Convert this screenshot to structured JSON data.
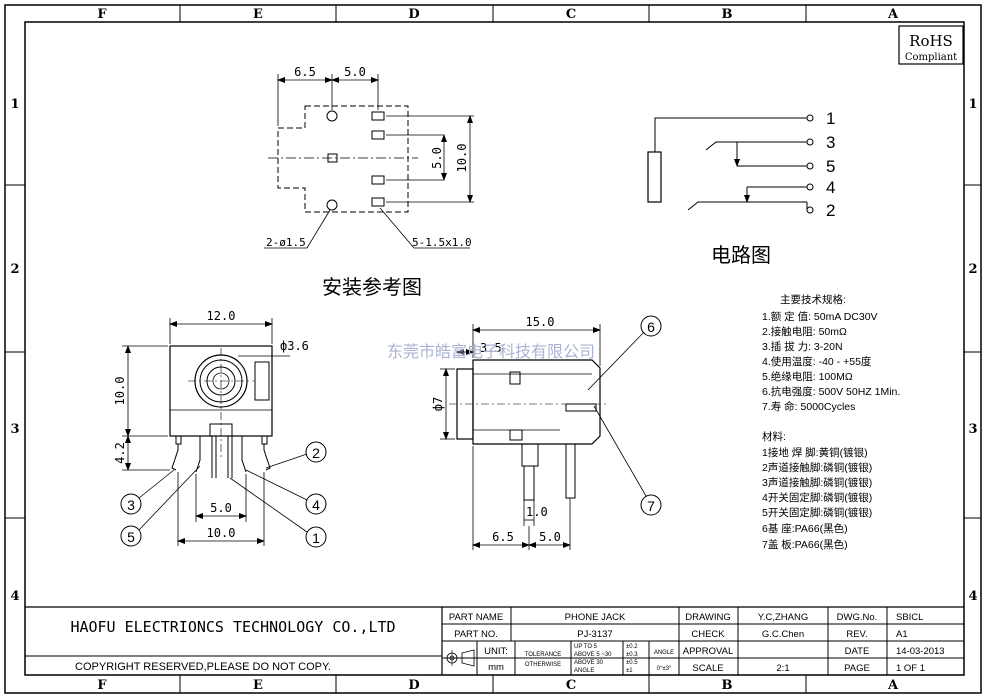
{
  "zones": {
    "columns": [
      "F",
      "E",
      "D",
      "C",
      "B",
      "A"
    ],
    "rows": [
      "1",
      "2",
      "3",
      "4"
    ]
  },
  "rohs": {
    "line1": "RoHS",
    "line2": "Compliant"
  },
  "mounting": {
    "title": "安装参考图",
    "dim_a": "6.5",
    "dim_b": "5.0",
    "dim_v_small": "5.0",
    "dim_v_large": "10.0",
    "holes_label": "2-ø1.5",
    "slots_label": "5-1.5x1.0"
  },
  "circuit": {
    "title": "电路图",
    "pins": [
      "1",
      "3",
      "5",
      "4",
      "2"
    ]
  },
  "front_view": {
    "width_dim": "12.0",
    "diameter_dim": "ф3.6",
    "height_dim": "10.0",
    "pin_dim": "4.2",
    "pitch_dim": "5.0",
    "span_dim": "10.0",
    "callouts": [
      "2",
      "3",
      "4",
      "5",
      "1"
    ]
  },
  "side_view": {
    "length_dim": "15.0",
    "front_dim": "3.5",
    "dia_dim": "ф7",
    "pin_dim": "1.0",
    "dim_a": "6.5",
    "dim_b": "5.0",
    "callouts": [
      "6",
      "7"
    ]
  },
  "watermark": "东莞市皓富电子科技有限公司",
  "specs": {
    "title": "主要技术规格:",
    "lines": [
      "1.额 定 值: 50mA DC30V",
      "2.接触电阻: 50mΩ",
      "3.插 拔 力: 3-20N",
      "4.使用温度: -40 - +55度",
      "5.绝缘电阻: 100MΩ",
      "6.抗电强度: 500V 50HZ 1Min.",
      "7.寿   命: 5000Cycles"
    ]
  },
  "materials": {
    "title": "材料:",
    "lines": [
      "1接地 焊 脚:黄铜(镀银)",
      "2声道接触脚:磷铜(镀银)",
      "3声道接触脚:磷铜(镀银)",
      "4开关固定脚:磷铜(镀银)",
      "5开关固定脚:磷铜(镀银)",
      "6基       座:PA66(黑色)",
      "7盖       板:PA66(黑色)"
    ]
  },
  "title_block": {
    "company": "HAOFU ELECTRIONCS TECHNOLOGY CO.,LTD",
    "copyright": "COPYRIGHT RESERVED,PLEASE DO NOT COPY.",
    "part_name_label": "PART NAME",
    "part_name": "PHONE JACK",
    "part_no_label": "PART NO.",
    "part_no": "PJ-3137",
    "unit_label": "UNIT:",
    "unit": "mm",
    "tolerance_label": "TOLERANCE",
    "otherwise_label": "OTHERWISE",
    "tol_ranges": [
      "UP TO 5",
      "ABOVE 5 ~30",
      "ABOVE 30",
      "ANGLE"
    ],
    "tol_values": [
      "±0.2",
      "±0.3",
      "±0.5",
      "±1"
    ],
    "angle_label": "ANGLE",
    "angle_value": "0°±3°",
    "drawing_label": "DRAWING",
    "drawing_by": "Y.C,ZHANG",
    "check_label": "CHECK",
    "check_by": "G.C.Chen",
    "approval_label": "APPROVAL",
    "scale_label": "SCALE",
    "scale": "2:1",
    "dwg_no_label": "DWG.No.",
    "dwg_no": "SBICL",
    "rev_label": "REV.",
    "rev": "A1",
    "date_label": "DATE",
    "date": "14-03-2013",
    "page_label": "PAGE",
    "page": "1 OF 1"
  }
}
